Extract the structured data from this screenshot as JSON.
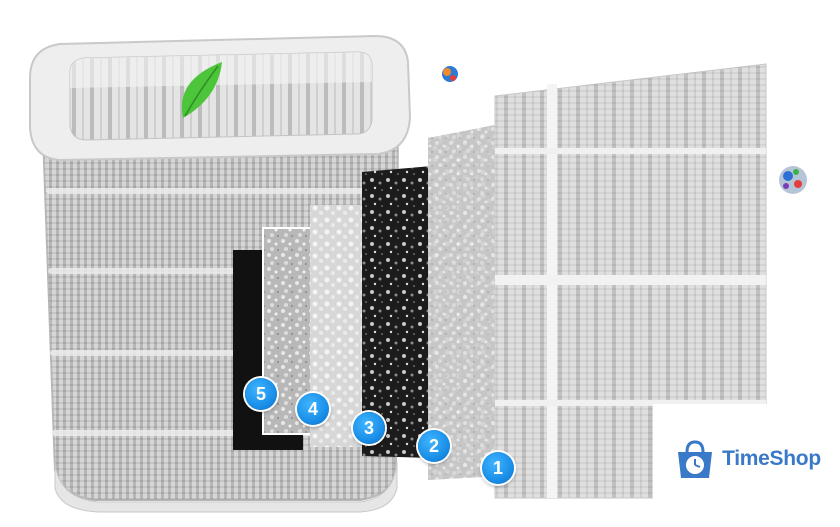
{
  "image": {
    "subject": "air-purifier-filter-layers",
    "colors": {
      "frame": "#e2e2e2",
      "mesh": "#bdbdbd",
      "carbon": "#1c1c1c",
      "badge": "#1a8fe8",
      "leaf": "#4cc53a",
      "brand": "#3a78c8"
    }
  },
  "layer_badges": [
    "1",
    "2",
    "3",
    "4",
    "5"
  ],
  "brand": {
    "name": "TimeShop",
    "icon": "shopping-bag-clock-icon"
  }
}
